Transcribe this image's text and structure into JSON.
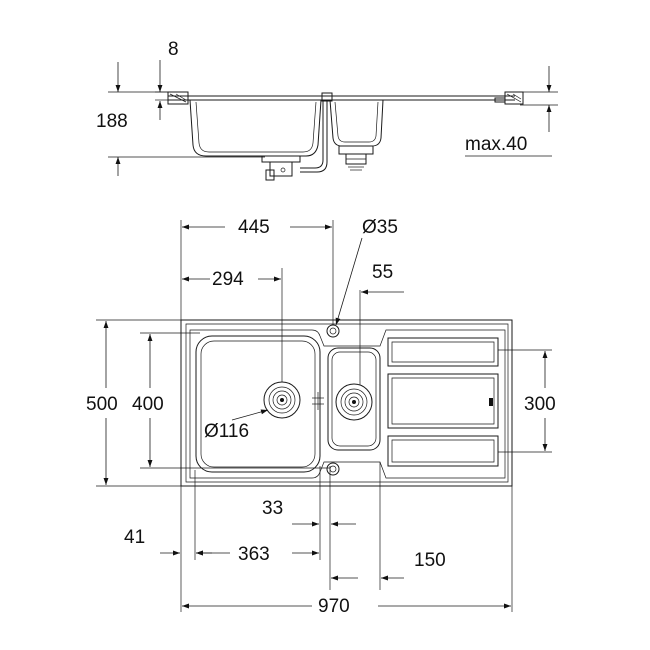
{
  "dimensions": {
    "lip_thickness": "8",
    "depth_total": "188",
    "worktop_max": "max.40",
    "length_main_to_center": "445",
    "tap_hole": "Ø35",
    "main_drain_offset": "294",
    "small_bowl_offset": "55",
    "overall_depth": "500",
    "bowl_depth": "400",
    "drainer_depth": "300",
    "main_drain_dia": "Ø116",
    "gap": "33",
    "side_margin": "41",
    "main_bowl_width": "363",
    "small_bowl_width": "150",
    "overall_length": "970"
  }
}
